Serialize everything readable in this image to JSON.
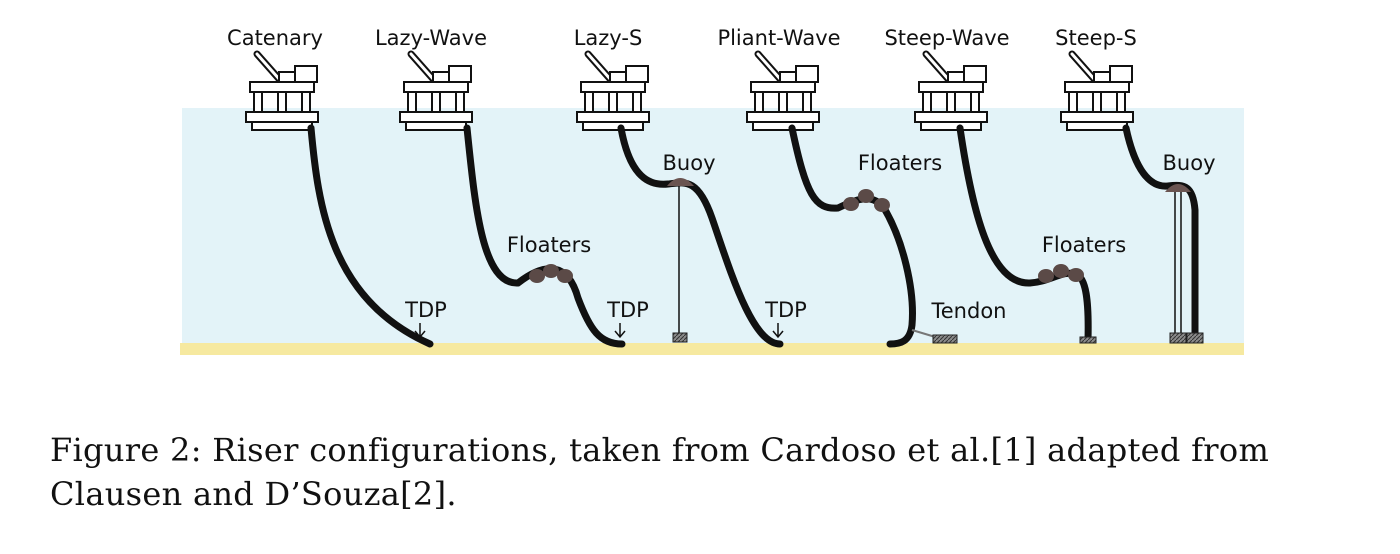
{
  "configurations": [
    {
      "id": "catenary",
      "name": "Catenary"
    },
    {
      "id": "lazy-wave",
      "name": "Lazy-Wave"
    },
    {
      "id": "lazy-s",
      "name": "Lazy-S"
    },
    {
      "id": "pliant-wave",
      "name": "Pliant-Wave"
    },
    {
      "id": "steep-wave",
      "name": "Steep-Wave"
    },
    {
      "id": "steep-s",
      "name": "Steep-S"
    }
  ],
  "annotations": {
    "tdp_catenary": "TDP",
    "tdp_lazy_wave": "TDP",
    "tdp_lazy_s": "TDP",
    "floaters_lazy_wave": "Floaters",
    "floaters_pliant_wave": "Floaters",
    "floaters_steep_wave": "Floaters",
    "buoy_lazy_s": "Buoy",
    "buoy_steep_s": "Buoy",
    "tendon": "Tendon"
  },
  "colors": {
    "water": "#e3f3f8",
    "seabed": "#f6e9a0",
    "riser": "#111111",
    "floater": "#5b4a47",
    "buoy": "#6a5451",
    "anchor": "#6b6b6b"
  },
  "caption": {
    "line1": "Figure 2:  Riser configurations, taken from Cardoso et al.[1] adapted from",
    "line2": "Clausen and D’Souza[2]."
  }
}
